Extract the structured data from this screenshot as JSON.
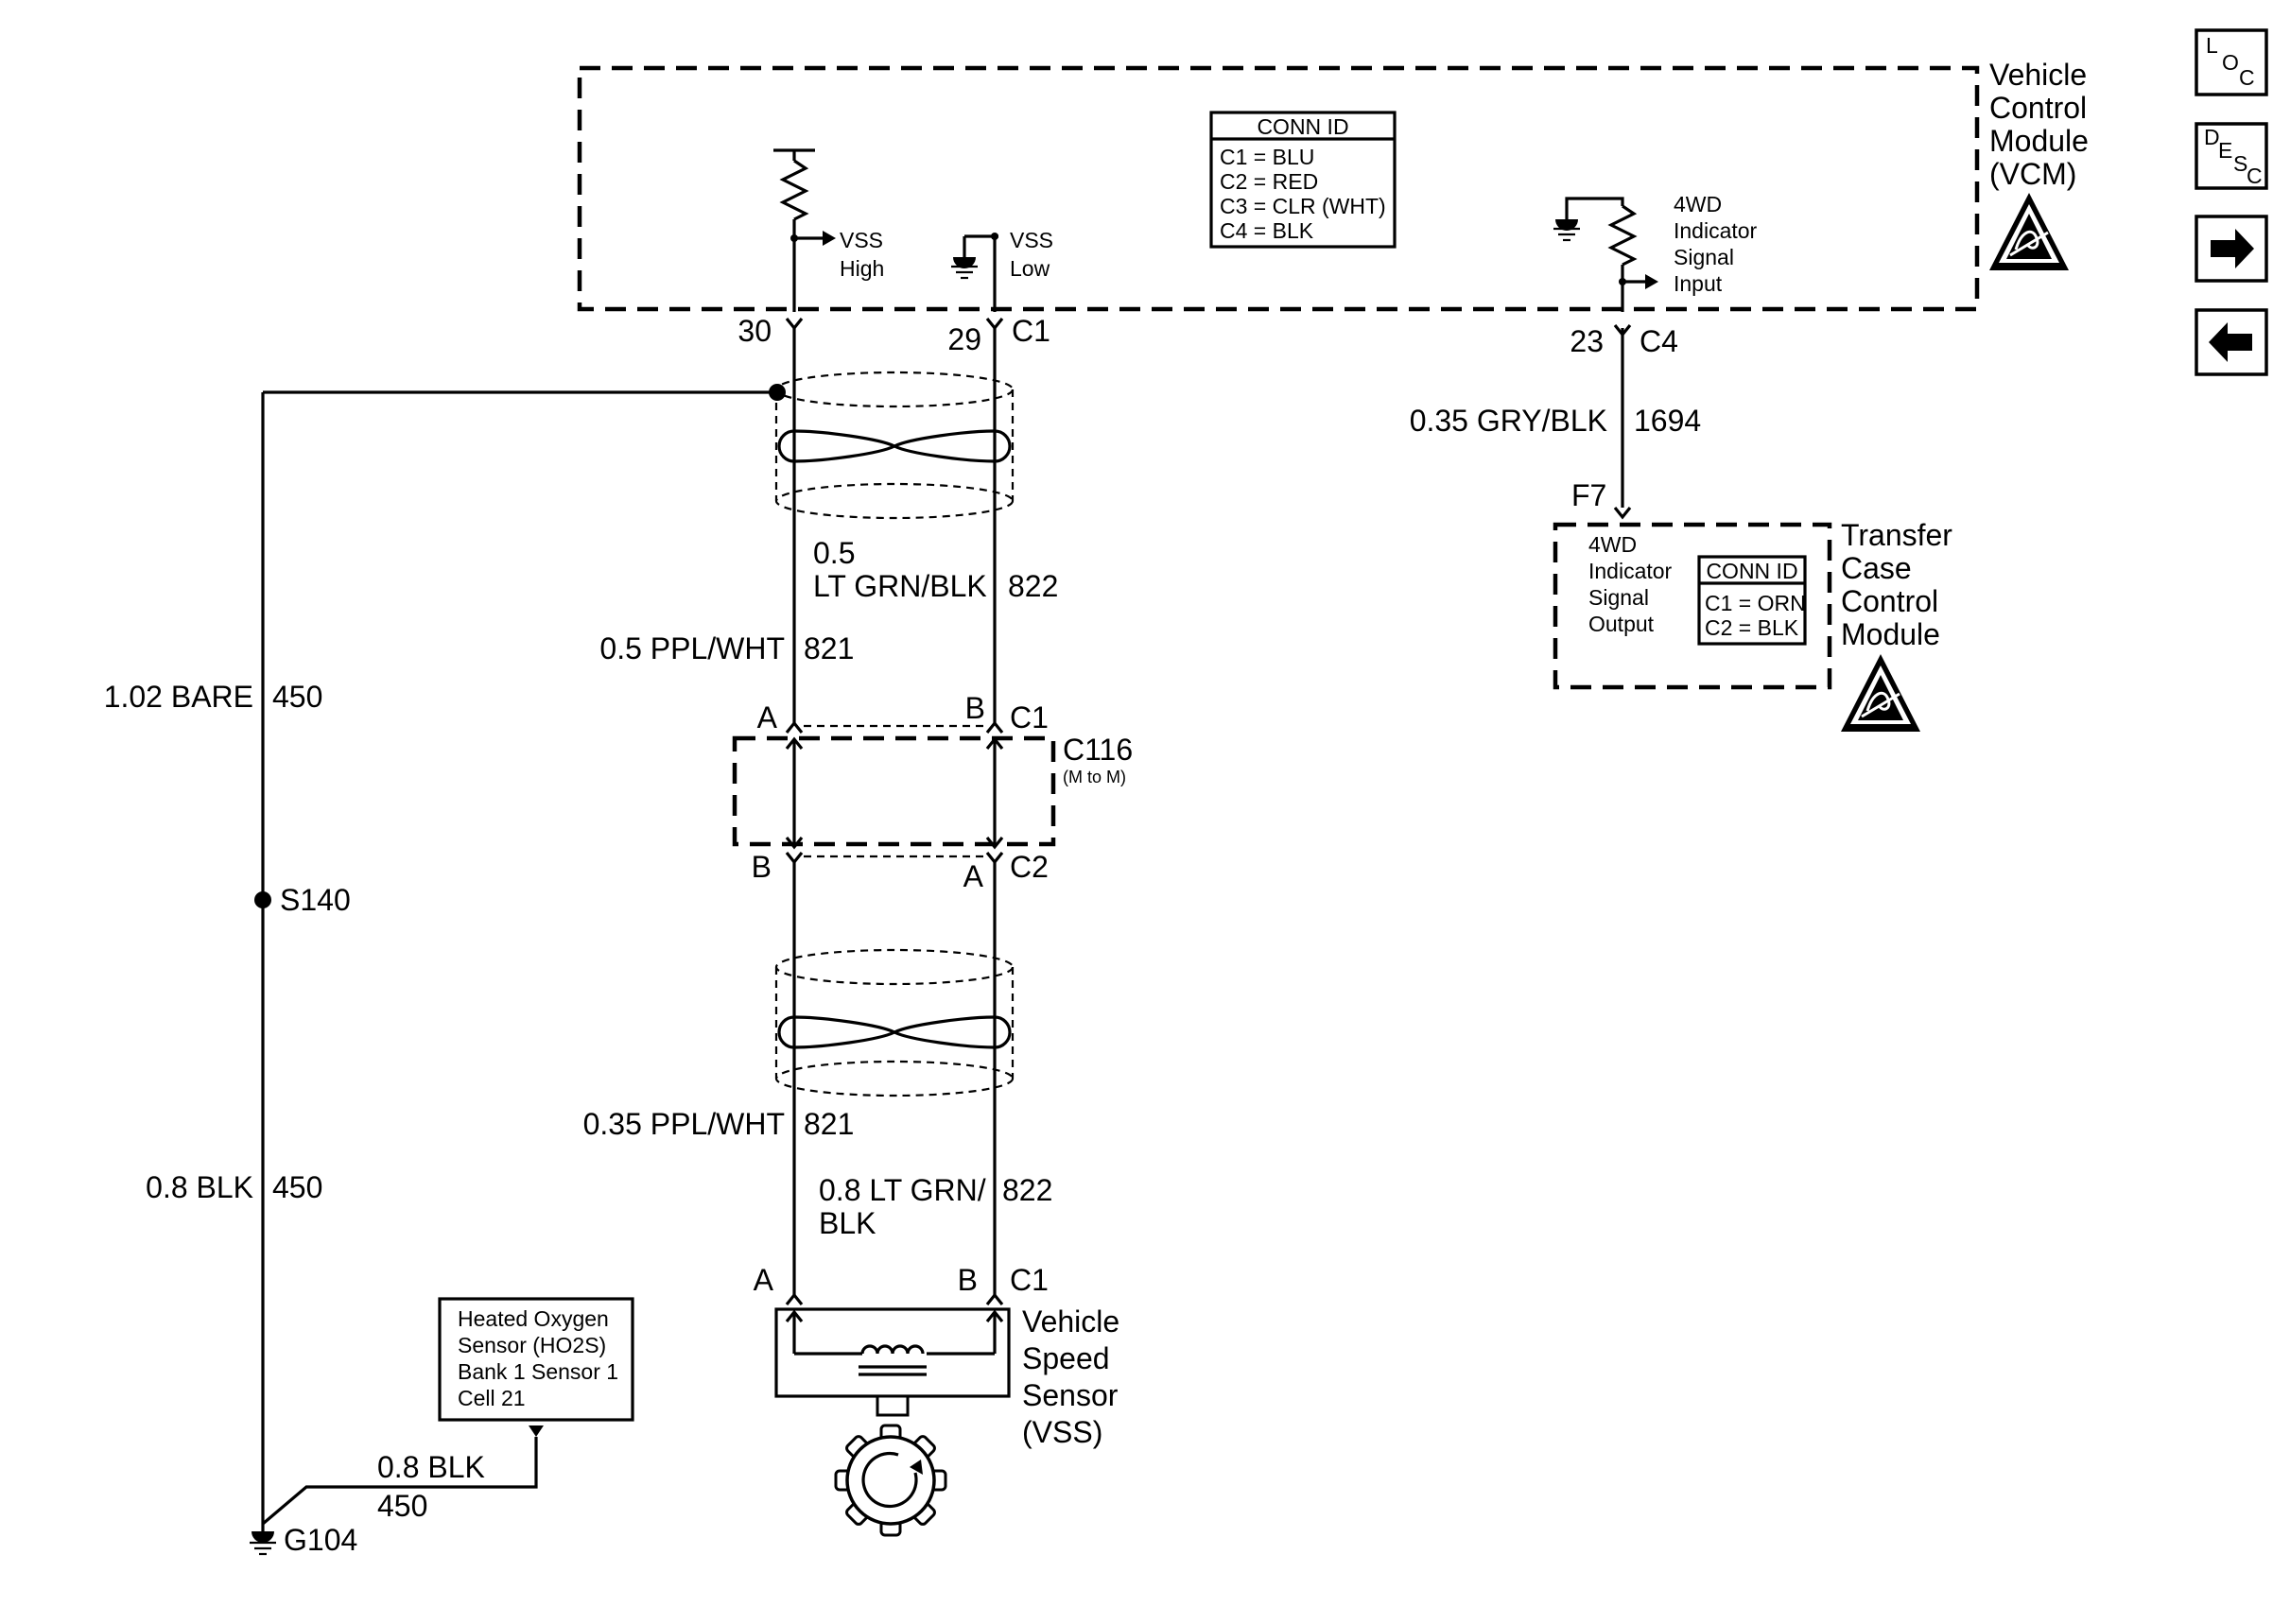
{
  "nav": {
    "loc_button": {
      "main": "L",
      "sub1": "O",
      "sub2": "C"
    },
    "desc_button": {
      "main": "D",
      "sub1": "E",
      "sub2": "S",
      "sub3": "C"
    },
    "next_icon": "arrow-right-icon",
    "prev_icon": "arrow-left-icon"
  },
  "vcm": {
    "name_lines": [
      "Vehicle",
      "Control",
      "Module",
      "(VCM)"
    ],
    "conn_id": {
      "title": "CONN ID",
      "rows": [
        "C1 = BLU",
        "C2 = RED",
        "C3 = CLR (WHT)",
        "C4 = BLK"
      ]
    },
    "vss_high": [
      "VSS",
      "High"
    ],
    "vss_low": [
      "VSS",
      "Low"
    ],
    "indicator_input": [
      "4WD",
      "Indicator",
      "Signal",
      "Input"
    ],
    "pins": {
      "p30": "30",
      "p29": "29",
      "c1": "C1",
      "p23": "23",
      "c4": "C4"
    }
  },
  "tccm": {
    "name_lines": [
      "Transfer",
      "Case",
      "Control",
      "Module"
    ],
    "pin": "F7",
    "indicator_output": [
      "4WD",
      "Indicator",
      "Signal",
      "Output"
    ],
    "conn_id": {
      "title": "CONN ID",
      "rows": [
        "C1 = ORN",
        "C2 = BLK"
      ]
    }
  },
  "wires": {
    "w1694": {
      "label": "0.35 GRY/BLK",
      "circuit": "1694"
    },
    "w822_upper": {
      "gauge": "0.5",
      "label": "LT GRN/BLK",
      "circuit": "822"
    },
    "w821_upper": {
      "label": "0.5 PPL/WHT",
      "circuit": "821"
    },
    "w450_upper": {
      "label": "1.02 BARE",
      "circuit": "450"
    },
    "w450_lower": {
      "label": "0.8 BLK",
      "circuit": "450"
    },
    "w821_lower": {
      "label": "0.35 PPL/WHT",
      "circuit": "821"
    },
    "w822_lower": {
      "label1": "0.8 LT GRN/",
      "label2": "BLK",
      "circuit": "822"
    },
    "w450_ho2s": {
      "label": "0.8 BLK",
      "circuit": "450"
    }
  },
  "c116": {
    "name": "C116",
    "sub": "(M to M)",
    "top_a": "A",
    "top_b": "B",
    "top_c1": "C1",
    "bot_b": "B",
    "bot_a": "A",
    "bot_c2": "C2"
  },
  "splice": {
    "name": "S140"
  },
  "ground": {
    "name": "G104"
  },
  "vss_sensor": {
    "pin_a": "A",
    "pin_b": "B",
    "conn": "C1",
    "name_lines": [
      "Vehicle",
      "Speed",
      "Sensor",
      "(VSS)"
    ]
  },
  "ho2s": {
    "lines": [
      "Heated Oxygen",
      "Sensor (HO2S)",
      "Bank 1 Sensor 1",
      "Cell 21"
    ]
  },
  "icons": {
    "esd_vcm": "esd-warning-icon",
    "esd_tccm": "esd-warning-icon",
    "reluctor": "reluctor-wheel-icon",
    "ground": "ground-icon"
  }
}
